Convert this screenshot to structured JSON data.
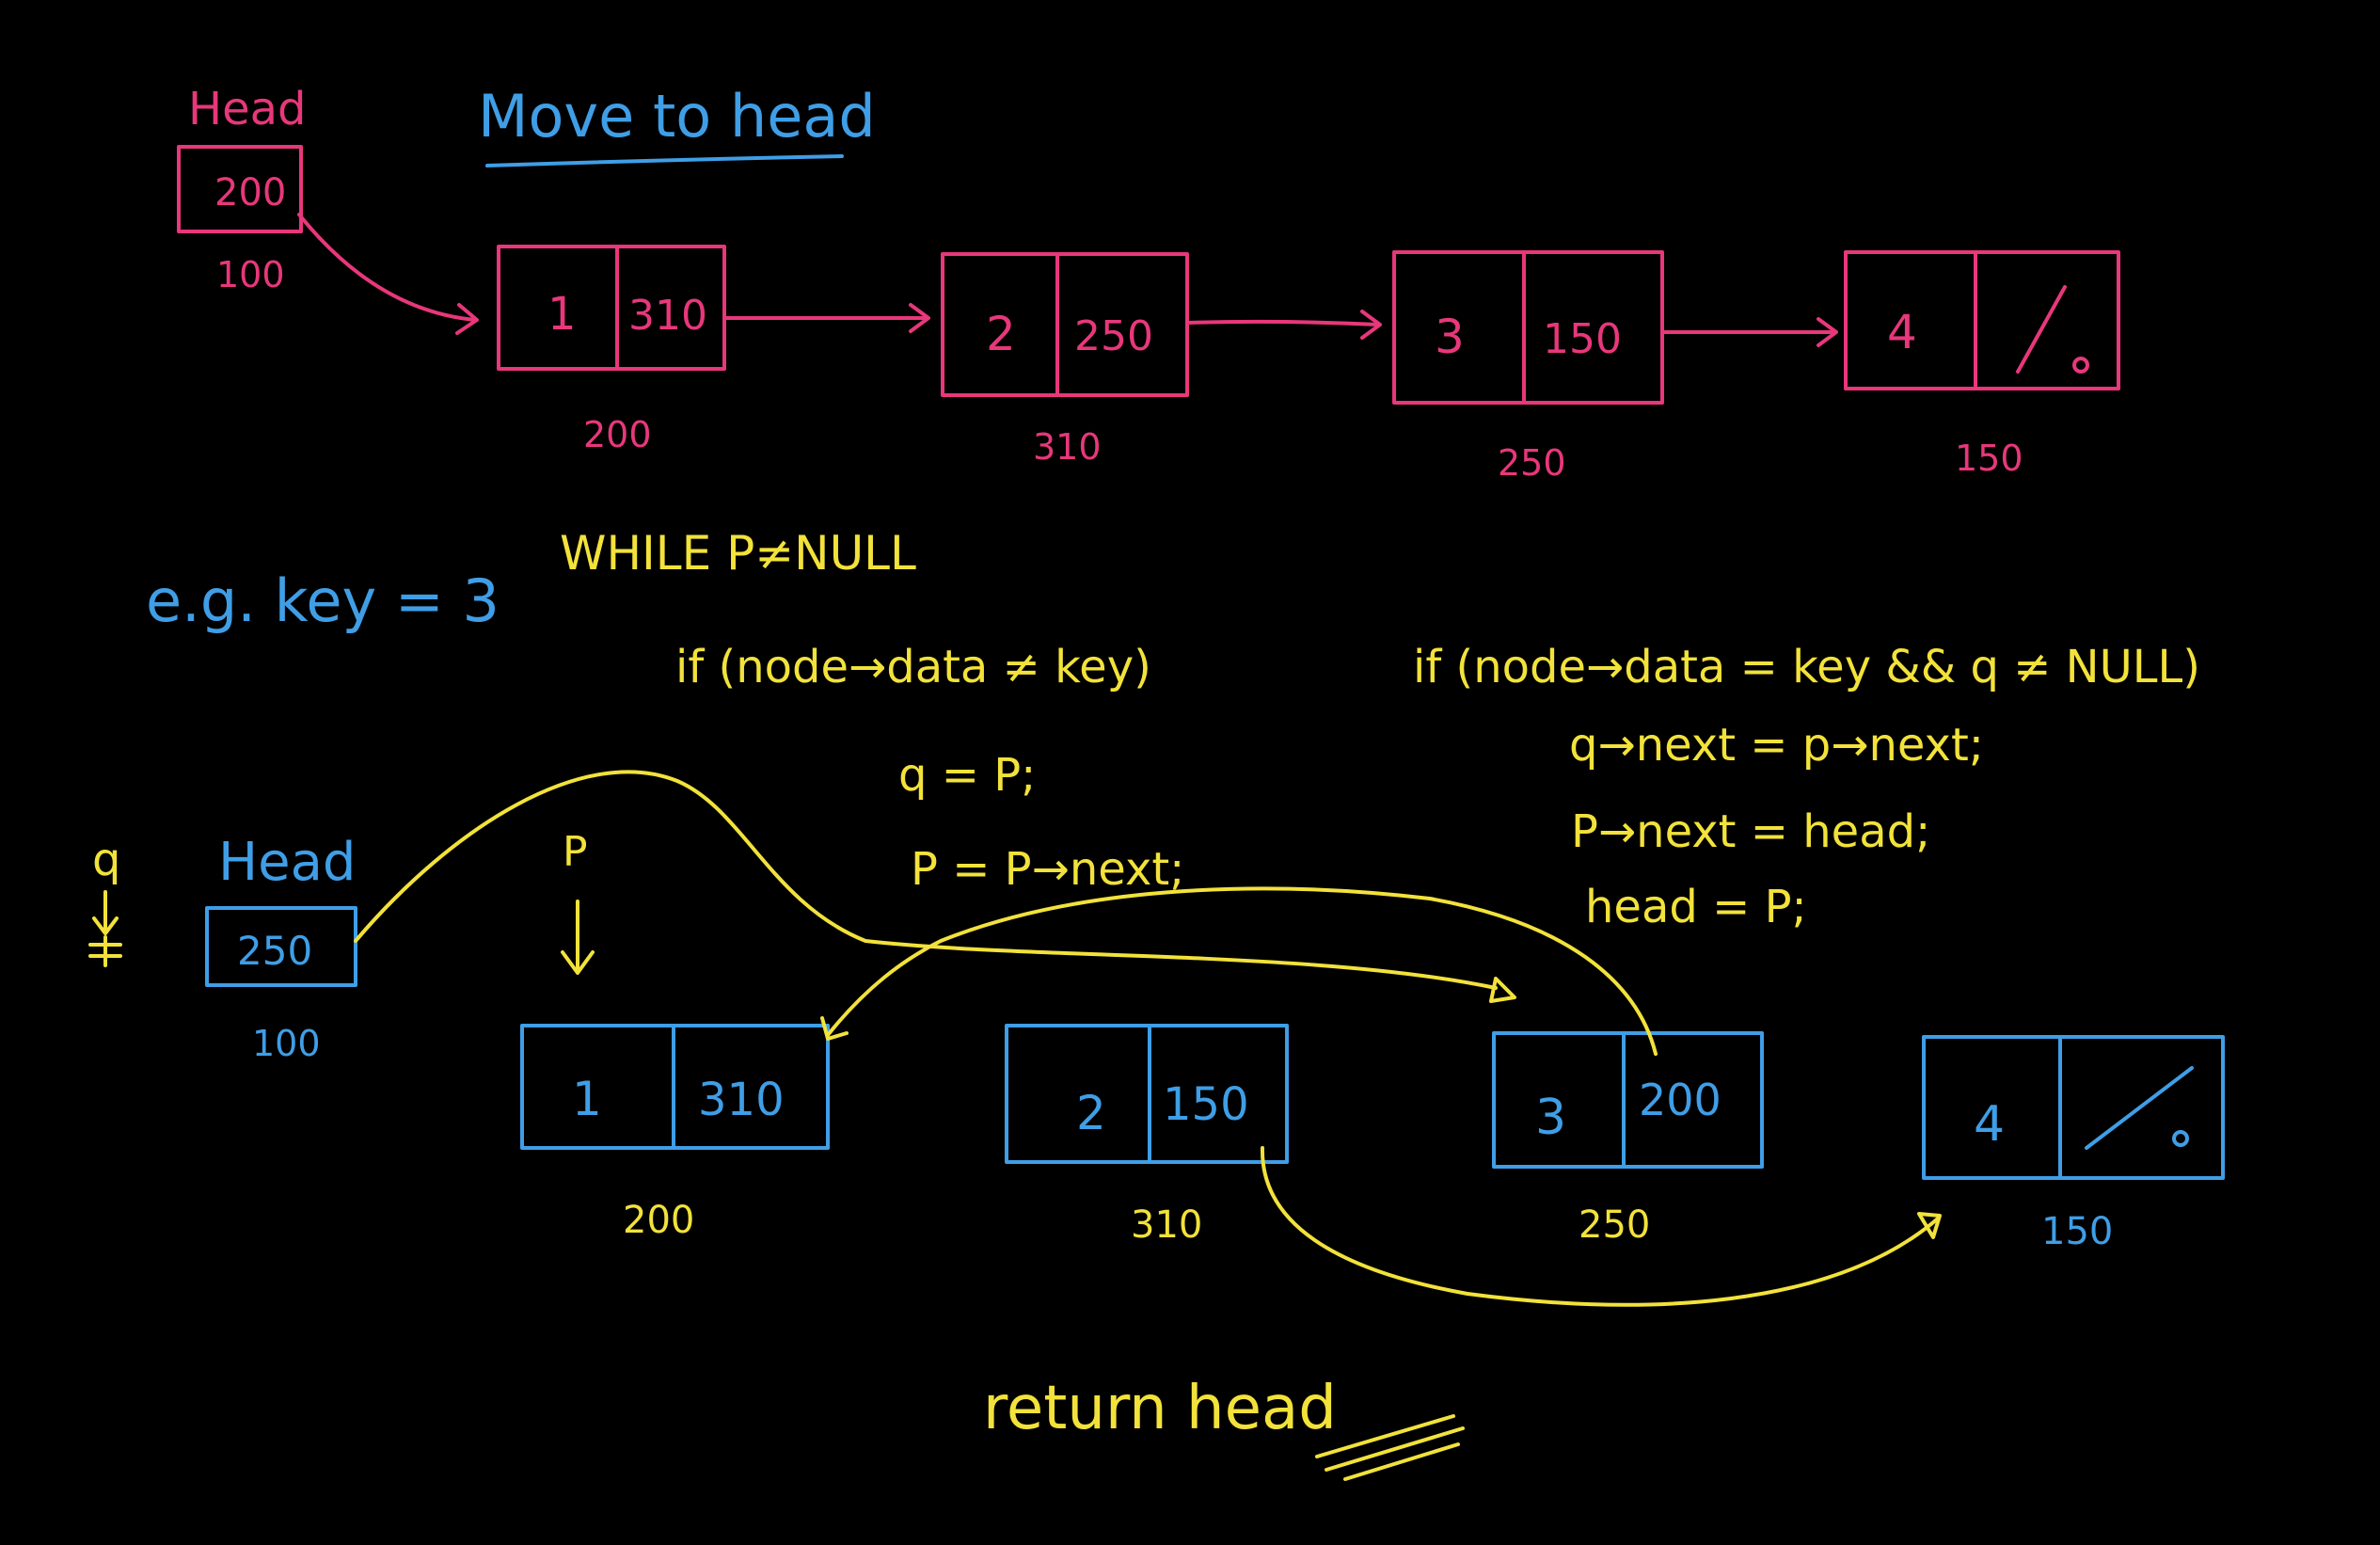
{
  "title": "Move to head",
  "top": {
    "head_label": "Head",
    "head_value": "200",
    "head_addr": "100",
    "nodes": [
      {
        "data": "1",
        "next": "310",
        "addr": "200"
      },
      {
        "data": "2",
        "next": "250",
        "addr": "310"
      },
      {
        "data": "3",
        "next": "150",
        "addr": "250"
      },
      {
        "data": "4",
        "next": "",
        "addr": "150"
      }
    ]
  },
  "example": "e.g. key = 3",
  "code": {
    "while": "WHILE P≠NULL",
    "if1": "if (node→data ≠ key)",
    "if1_l1": "q = P;",
    "if1_l2": "P = P→next;",
    "if2": "if (node→data = key && q ≠ NULL)",
    "if2_l1": "q→next = p→next;",
    "if2_l2": "P→next = head;",
    "if2_l3": "head = P;"
  },
  "bottom": {
    "q_label": "q",
    "p_label": "P",
    "head_label": "Head",
    "head_value": "250",
    "head_addr": "100",
    "nodes": [
      {
        "data": "1",
        "next": "310",
        "addr": "200"
      },
      {
        "data": "2",
        "next": "150",
        "addr": "310"
      },
      {
        "data": "3",
        "next": "200",
        "addr": "250"
      },
      {
        "data": "4",
        "next": "",
        "addr": "150"
      }
    ]
  },
  "footer": "return head",
  "colors": {
    "pink": "#e8377b",
    "blue": "#3f9ee6",
    "yellow": "#f2e23a",
    "background": "#000000"
  }
}
